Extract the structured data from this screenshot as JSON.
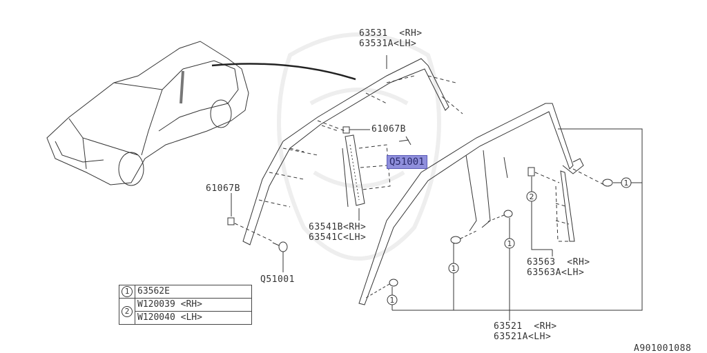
{
  "diagram": {
    "title": "Subaru Forester window trim / molding exploded parts diagram",
    "figure_id": "A901001088",
    "highlight_color": "#8f8fdc",
    "labels": [
      {
        "id": "roof-molding",
        "lines": [
          "63531  <RH>",
          "63531A<LH>"
        ]
      },
      {
        "id": "clip-upper",
        "lines": [
          "61067B"
        ]
      },
      {
        "id": "bolt-highlighted",
        "lines": [
          "Q51001"
        ],
        "highlighted": true
      },
      {
        "id": "clip-left",
        "lines": [
          "61067B"
        ]
      },
      {
        "id": "bolt-lower",
        "lines": [
          "Q51001"
        ]
      },
      {
        "id": "pillar-trim",
        "lines": [
          "63541B<RH>",
          "63541C<LH>"
        ]
      },
      {
        "id": "rear-trim",
        "lines": [
          "63563  <RH>",
          "63563A<LH>"
        ]
      },
      {
        "id": "door-sash",
        "lines": [
          "63521  <RH>",
          "63521A<LH>"
        ]
      }
    ],
    "callouts": [
      "1",
      "1",
      "1",
      "1",
      "2"
    ],
    "legend": {
      "rows": [
        {
          "ref": "1",
          "parts": [
            "63562E"
          ]
        },
        {
          "ref": "2",
          "parts": [
            "W120039 <RH>",
            "W120040 <LH>"
          ]
        }
      ]
    }
  }
}
